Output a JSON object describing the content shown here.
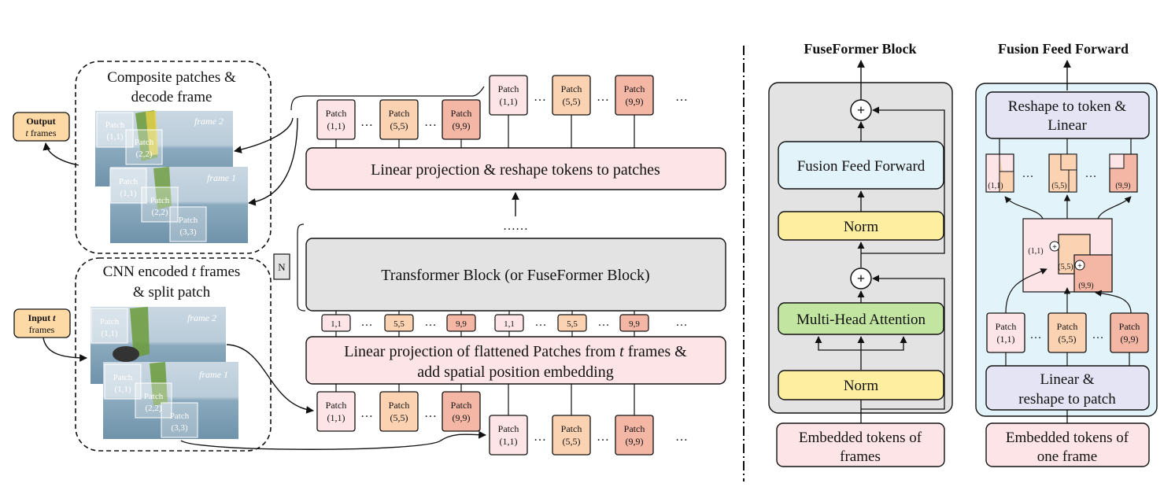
{
  "left": {
    "decode_group": {
      "line1": "Composite patches &",
      "line2": "decode frame"
    },
    "encode_group": {
      "line1_a": "CNN encoded ",
      "line1_t": "t",
      "line1_b": " frames",
      "line2": "& split patch"
    },
    "output_box": {
      "title": "Output",
      "sub_t": "t",
      "sub_rest": " frames"
    },
    "input_box": {
      "title_a": "Input ",
      "title_t": "t",
      "sub": "frames"
    },
    "frame2": "frame 2",
    "frame1": "frame 1",
    "photo_patches": [
      "Patch",
      "(1,1)",
      "(2,2)",
      "(3,3)"
    ],
    "ellipsis": "…",
    "dots_mid": "……"
  },
  "center": {
    "linear_reshape": "Linear projection & reshape tokens to patches",
    "transformer_block": "Transformer Block (or FuseFormer Block)",
    "n_label": "N",
    "linear_flatten_line1_a": "Linear projection of flattened Patches from ",
    "linear_flatten_line1_t": "t",
    "linear_flatten_line1_b": " frames &",
    "linear_flatten_line2": "add spatial position embedding",
    "patch_word": "Patch",
    "patch_ids": [
      "(1,1)",
      "(5,5)",
      "(9,9)"
    ],
    "token_ids": [
      "1,1",
      "5,5",
      "9,9",
      "1,1",
      "5,5",
      "9,9"
    ]
  },
  "fuseformer": {
    "title": "FuseFormer Block",
    "ffn": "Fusion Feed Forward",
    "norm1": "Norm",
    "mha": "Multi-Head Attention",
    "norm2": "Norm",
    "input_line1": "Embedded tokens of",
    "input_line2": "frames",
    "plus": "+"
  },
  "ffn_detail": {
    "title": "Fusion Feed Forward",
    "top_line1": "Reshape to token &",
    "top_line2": "Linear",
    "bottom_line1": "Linear &",
    "bottom_line2": "reshape to patch",
    "input_line1": "Embedded tokens of",
    "input_line2": "one frame",
    "ids": [
      "(1,1)",
      "(5,5)",
      "(9,9)"
    ],
    "plus_small": "+"
  },
  "colors": {
    "pink": "#fde4e6",
    "peach": "#fbd3b3",
    "salmon": "#f4b7a6",
    "gray_block": "#e3e3e3",
    "light_blue": "#e2f3fa",
    "yellow": "#fdeea0",
    "green": "#c2e5a2",
    "lavender": "#e4e4f4",
    "orange_box": "#fdd9a6"
  }
}
